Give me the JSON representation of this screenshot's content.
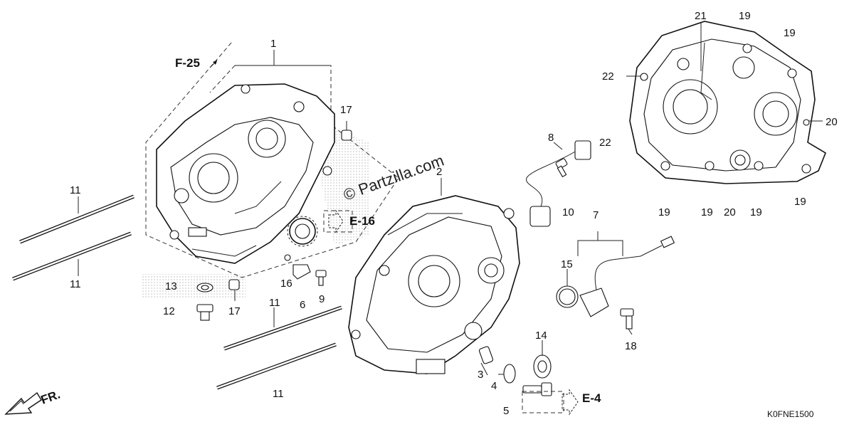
{
  "watermark": "© Partzilla.com",
  "diagram_code": "K0FNE1500",
  "front_marker": "FR.",
  "references": {
    "f25": "F-25",
    "e16": "E-16",
    "e4": "E-4"
  },
  "callouts": {
    "c1": "1",
    "c2": "2",
    "c3": "3",
    "c4": "4",
    "c5": "5",
    "c6": "6",
    "c7": "7",
    "c8": "8",
    "c9": "9",
    "c10": "10",
    "c11a": "11",
    "c11b": "11",
    "c11c": "11",
    "c11d": "11",
    "c12": "12",
    "c13": "13",
    "c14": "14",
    "c15": "15",
    "c16": "16",
    "c17a": "17",
    "c17b": "17",
    "c18": "18",
    "c19a": "19",
    "c19b": "19",
    "c19c": "19",
    "c19d": "19",
    "c19e": "19",
    "c19f": "19",
    "c20a": "20",
    "c20b": "20",
    "c21": "21",
    "c22a": "22",
    "c22b": "22"
  }
}
